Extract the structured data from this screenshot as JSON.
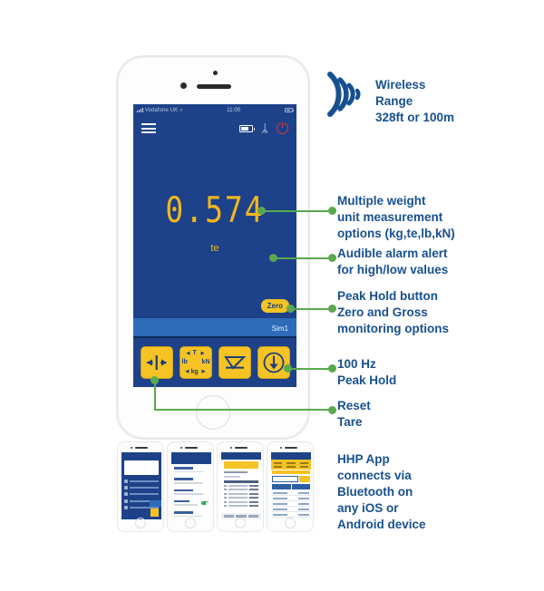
{
  "phone": {
    "status_bar": {
      "carrier": "Vodafone UK",
      "time": "11:00",
      "signal_icon": "signal-bars-icon",
      "wifi_icon": "wifi-icon",
      "battery_icon": "battery-icon"
    },
    "app_header": {
      "menu_icon": "hamburger-menu-icon",
      "battery_icon": "battery-icon",
      "bluetooth_icon": "bluetooth-icon",
      "bluetooth_glyph": "ᛦ",
      "power_icon": "power-timer-icon"
    },
    "display": {
      "value": "0.574",
      "unit": "te",
      "zero_button": "Zero",
      "sim_label": "Sim1"
    },
    "toolbar": {
      "buttons": [
        {
          "name": "tare-button",
          "icon": "tare-arrows-icon",
          "label": ""
        },
        {
          "name": "units-button",
          "icon": "unit-selector-icon",
          "label": ""
        },
        {
          "name": "peak-hold-button",
          "icon": "peak-chart-icon",
          "label": ""
        },
        {
          "name": "reset-button",
          "icon": "down-arrow-circle-icon",
          "label": ""
        }
      ],
      "unit_glyphs": {
        "top": "T",
        "left": "lb",
        "right": "kN",
        "bottom": "kg"
      }
    }
  },
  "wireless": {
    "icon": "wireless-waves-icon",
    "line1": "Wireless",
    "line2": "Range",
    "line3": "328ft or 100m"
  },
  "annotations": {
    "multi_unit": {
      "line1": "Multiple weight",
      "line2": "unit measurement",
      "line3": "options (kg,te,lb,kN)"
    },
    "alarm": {
      "line1": "Audible alarm alert",
      "line2": "for high/low values"
    },
    "peak_hold": {
      "line1": "Peak Hold button",
      "line2": "Zero and Gross",
      "line3": "monitoring options"
    },
    "hz": {
      "line1": "100 Hz",
      "line2": "Peak Hold"
    },
    "reset": {
      "line1": "Reset",
      "line2": "Tare"
    },
    "app": {
      "line1": "HHP App",
      "line2": "connects via",
      "line3": "Bluetooth on",
      "line4": "any iOS or",
      "line5": "Android device"
    }
  },
  "colors": {
    "brand_blue": "#1d4289",
    "text_blue": "#17508f",
    "accent_yellow": "#f5c324",
    "leader_green": "#5aa84f",
    "sim_blue": "#2e6bb8",
    "power_red": "#d13b3b"
  },
  "thumbnails": [
    {
      "name": "thumb-menu-screen"
    },
    {
      "name": "thumb-settings-screen"
    },
    {
      "name": "thumb-calibration-screen"
    },
    {
      "name": "thumb-table-screen"
    }
  ]
}
